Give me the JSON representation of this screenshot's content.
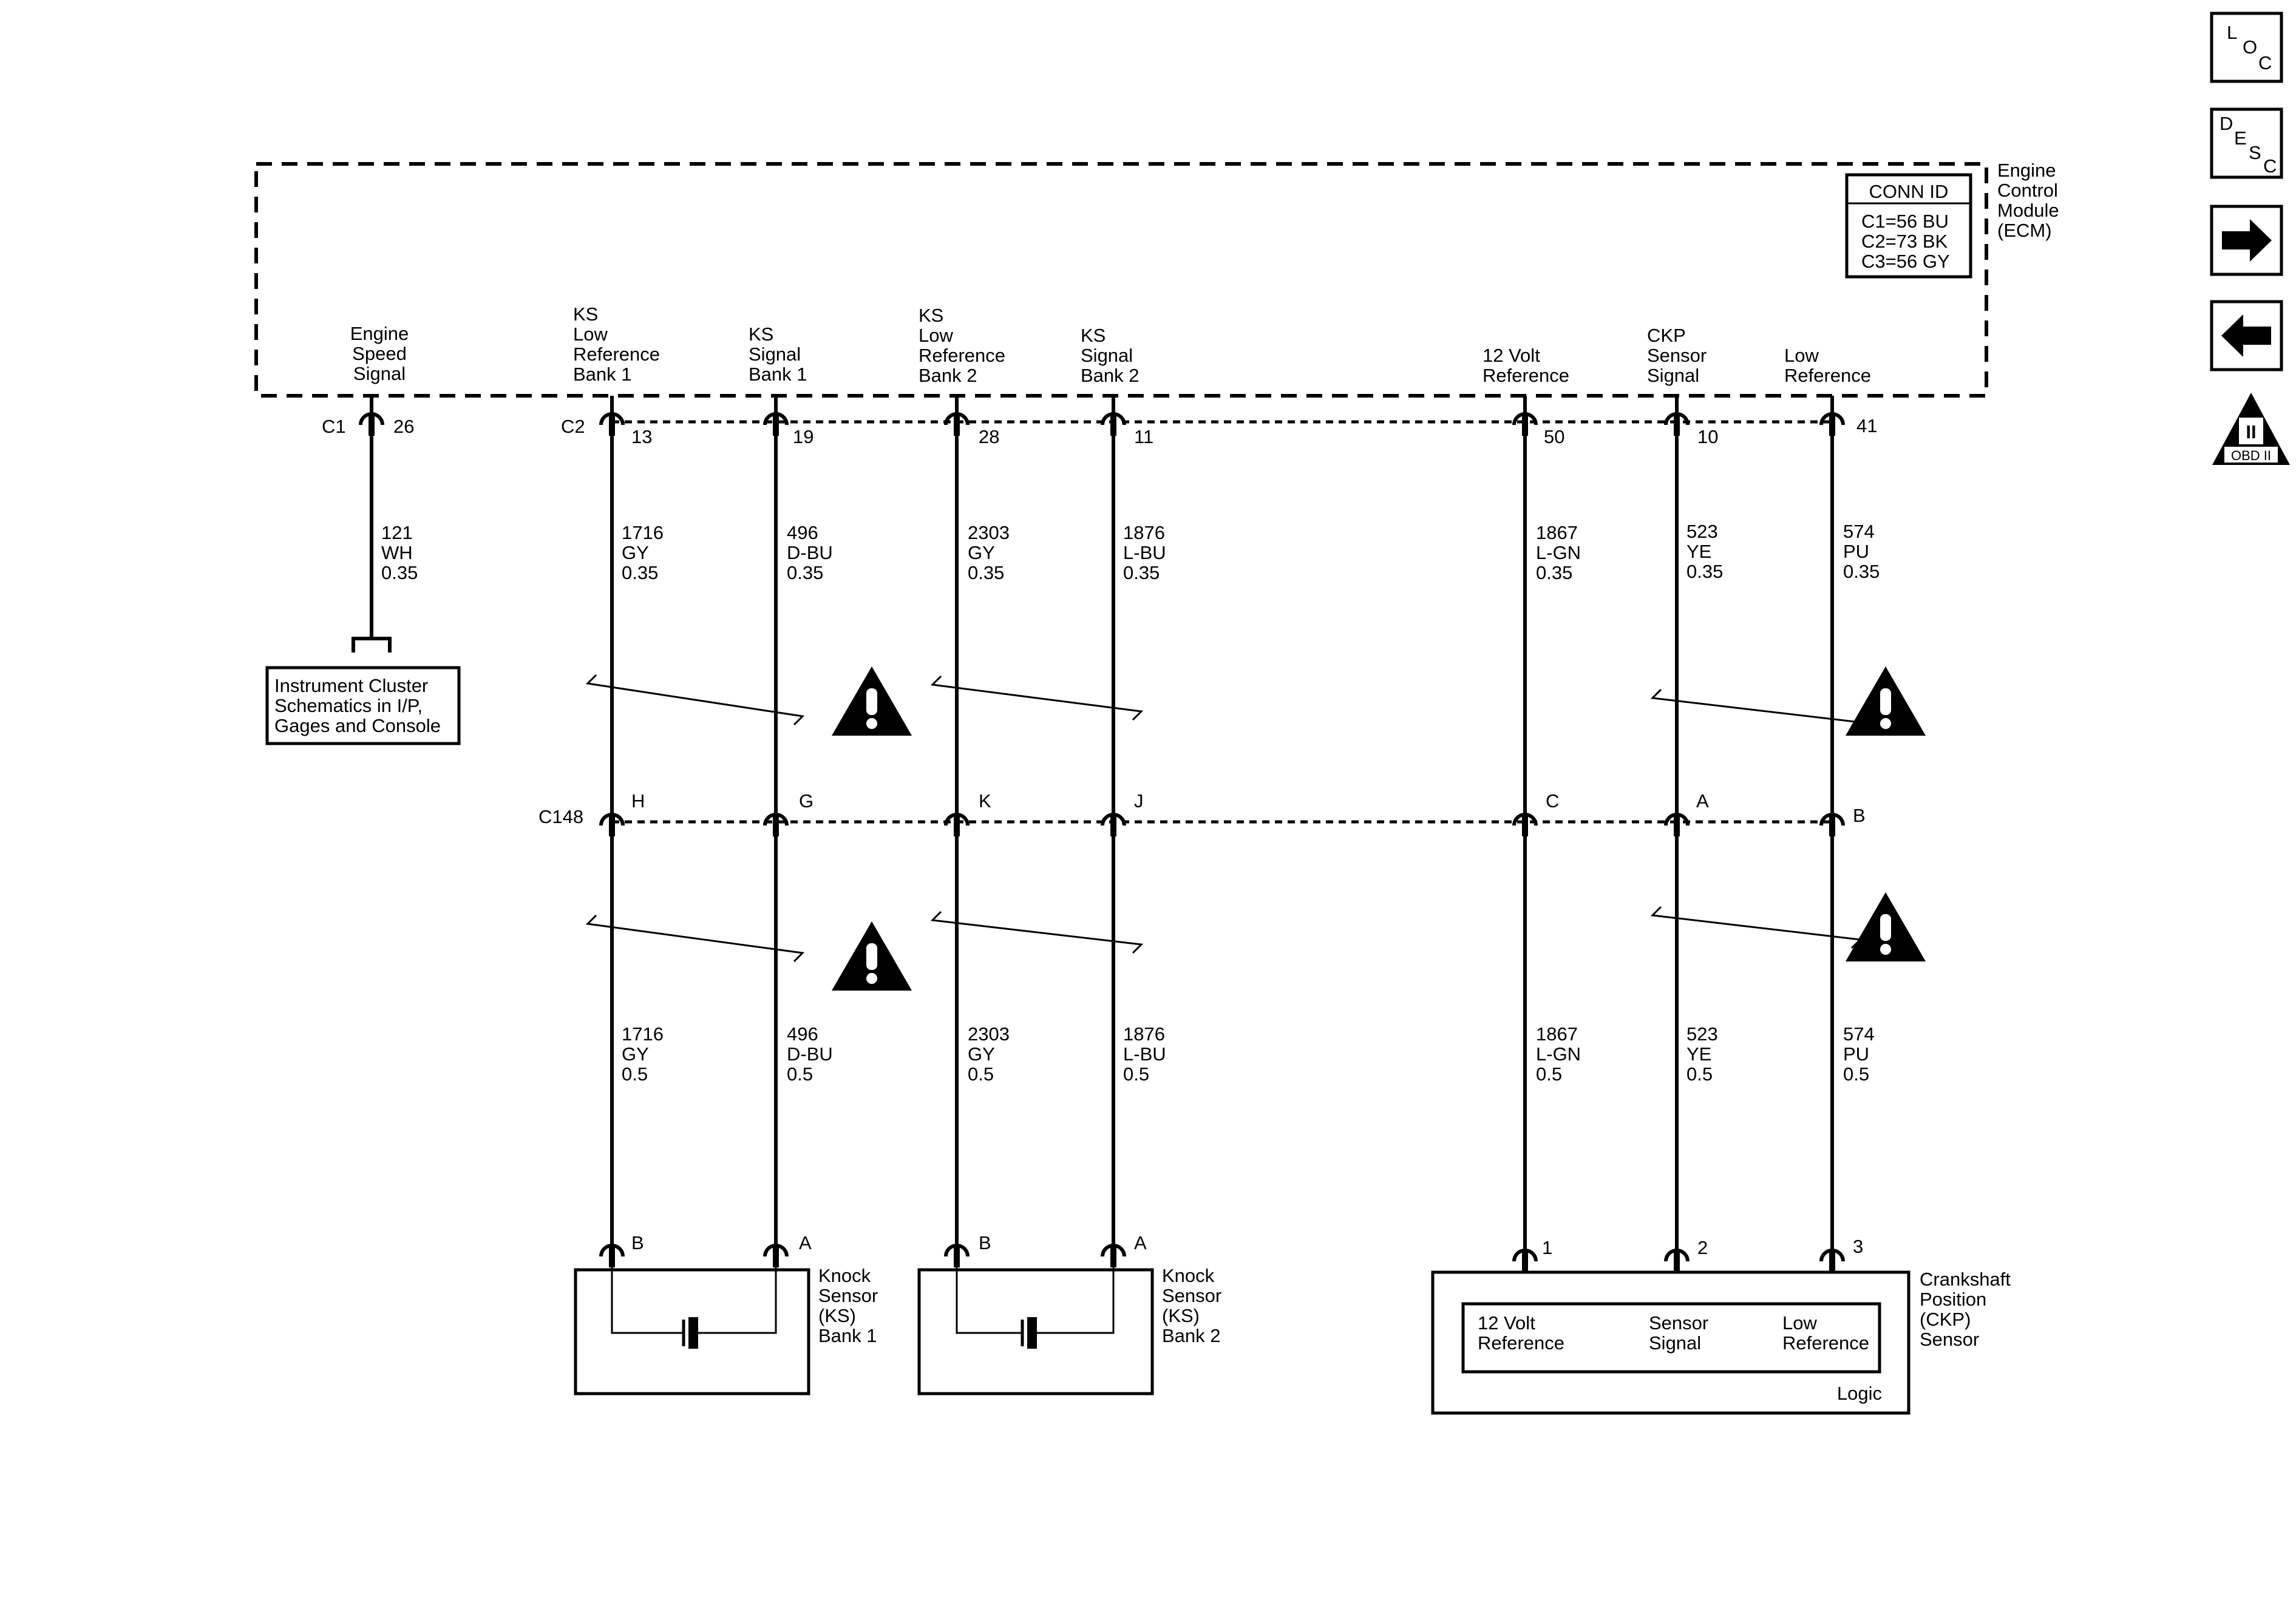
{
  "nav": {
    "loc": [
      "L",
      "O",
      "C"
    ],
    "desc": [
      "D",
      "E",
      "S",
      "C"
    ],
    "forward": "right-arrow-icon",
    "back": "left-arrow-icon",
    "obd_numeral": "II",
    "obd_label": "OBD II"
  },
  "ecm": {
    "title": [
      "Engine",
      "Control",
      "Module",
      "(ECM)"
    ],
    "conn_id_header": "CONN ID",
    "conn_ids": [
      "C1=56 BU",
      "C2=73 BK",
      "C3=56 GY"
    ],
    "signals": [
      [
        "Engine",
        "Speed",
        "Signal"
      ],
      [
        "KS",
        "Low",
        "Reference",
        "Bank 1"
      ],
      [
        "KS",
        "Signal",
        "Bank 1"
      ],
      [
        "KS",
        "Low",
        "Reference",
        "Bank 2"
      ],
      [
        "KS",
        "Signal",
        "Bank 2"
      ],
      [
        "12 Volt",
        "Reference"
      ],
      [
        "CKP",
        "Sensor",
        "Signal"
      ],
      [
        "Low",
        "Reference"
      ]
    ]
  },
  "connectors": {
    "c1": "C1",
    "c2": "C2",
    "c148": "C148",
    "ecm_pins": [
      "26",
      "13",
      "19",
      "28",
      "11",
      "50",
      "10",
      "41"
    ],
    "c148_pins": [
      "H",
      "G",
      "K",
      "J",
      "C",
      "A",
      "B"
    ]
  },
  "wires_upper": [
    [
      "121",
      "WH",
      "0.35"
    ],
    [
      "1716",
      "GY",
      "0.35"
    ],
    [
      "496",
      "D-BU",
      "0.35"
    ],
    [
      "2303",
      "GY",
      "0.35"
    ],
    [
      "1876",
      "L-BU",
      "0.35"
    ],
    [
      "1867",
      "L-GN",
      "0.35"
    ],
    [
      "523",
      "YE",
      "0.35"
    ],
    [
      "574",
      "PU",
      "0.35"
    ]
  ],
  "wires_lower": [
    [
      "1716",
      "GY",
      "0.5"
    ],
    [
      "496",
      "D-BU",
      "0.5"
    ],
    [
      "2303",
      "GY",
      "0.5"
    ],
    [
      "1876",
      "L-BU",
      "0.5"
    ],
    [
      "1867",
      "L-GN",
      "0.5"
    ],
    [
      "523",
      "YE",
      "0.5"
    ],
    [
      "574",
      "PU",
      "0.5"
    ]
  ],
  "instrument_cluster": [
    "Instrument Cluster",
    "Schematics in I/P,",
    "Gages and Console"
  ],
  "knock_sensor_1": {
    "title": [
      "Knock",
      "Sensor",
      "(KS)",
      "Bank 1"
    ],
    "pins": [
      "B",
      "A"
    ]
  },
  "knock_sensor_2": {
    "title": [
      "Knock",
      "Sensor",
      "(KS)",
      "Bank 2"
    ],
    "pins": [
      "B",
      "A"
    ]
  },
  "ckp_sensor": {
    "title": [
      "Crankshaft",
      "Position",
      "(CKP)",
      "Sensor"
    ],
    "pins": [
      "1",
      "2",
      "3"
    ],
    "inner": [
      [
        "12 Volt",
        "Reference"
      ],
      [
        "Sensor",
        "Signal"
      ],
      [
        "Low",
        "Reference"
      ]
    ],
    "logic_label": "Logic"
  },
  "warning_icon": "warning-exclamation-icon"
}
